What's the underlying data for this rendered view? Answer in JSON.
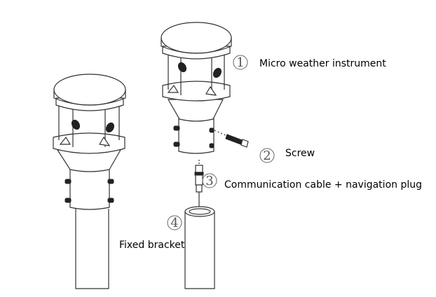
{
  "callouts": [
    {
      "number": "1",
      "text": "Micro weather instrument"
    },
    {
      "number": "2",
      "text": "Screw"
    },
    {
      "number": "3",
      "text": "Communication cable + navigation plug"
    },
    {
      "number": "4",
      "text": "Fixed bracket"
    }
  ]
}
